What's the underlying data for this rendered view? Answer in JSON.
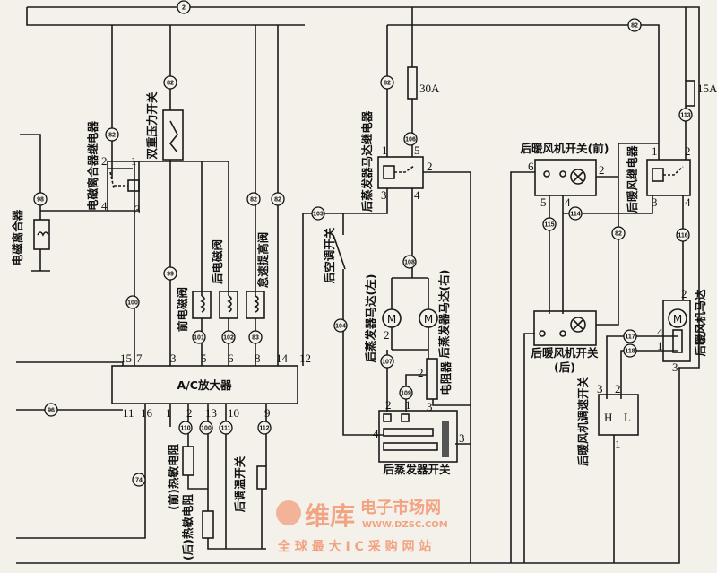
{
  "connectors": [
    "2",
    "82",
    "98",
    "82",
    "100",
    "99",
    "101",
    "102",
    "83",
    "82",
    "82",
    "103",
    "104",
    "82",
    "106",
    "108",
    "107",
    "109",
    "113",
    "115",
    "114",
    "82",
    "116",
    "117",
    "118",
    "96",
    "74",
    "110",
    "100",
    "111",
    "112",
    "82"
  ],
  "pins": [
    "1",
    "2",
    "3",
    "4",
    "15",
    "7",
    "3",
    "5",
    "6",
    "8",
    "14",
    "12",
    "11",
    "16",
    "1",
    "2",
    "13",
    "10",
    "9",
    "1",
    "5",
    "2",
    "3",
    "4",
    "2",
    "2",
    "3",
    "2",
    "1",
    "4",
    "3",
    "6",
    "2",
    "5",
    "4",
    "1",
    "2",
    "3",
    "4",
    "2",
    "4",
    "1",
    "3",
    "3",
    "2",
    "1"
  ],
  "labels": {
    "clutch_relay": "电磁离合器继电器",
    "clutch": "电磁离合器",
    "pressure_switch": "双重压力开关",
    "front_valve": "前电磁阀",
    "rear_valve": "后电磁阀",
    "idle_valve": "怠速提高阀",
    "amplifier": "A/C放大器",
    "evap_relay": "后蒸发器马达继电器",
    "rear_ac_switch": "后空调开关",
    "motor_left": "后蒸发器马达(左)",
    "motor_right": "后蒸发器马达(右)",
    "resistor": "电阻器",
    "evap_switch": "后蒸发器开关",
    "fuse_30": "30A",
    "fuse_15": "15A",
    "blower_switch_front": "后暖风机开关(前)",
    "blower_relay": "后暖风继电器",
    "blower_switch_rear": "后暖风机开关",
    "blower_switch_rear_sub": "(后)",
    "speed_switch": "后暖风机调速开关",
    "blower_motor": "后暖风机马达",
    "therm_front": "(前)热敏电阻",
    "therm_rear": "(后)热敏电阻",
    "temp_switch": "后调温开关",
    "speed_h": "H",
    "speed_l": "L",
    "motor_symbol": "M"
  },
  "watermark": {
    "brand": "维库",
    "name": "电子市场网",
    "url": "WWW.DZSC.COM",
    "slogan": "全 球 最 大 I C 采 购 网 站"
  }
}
